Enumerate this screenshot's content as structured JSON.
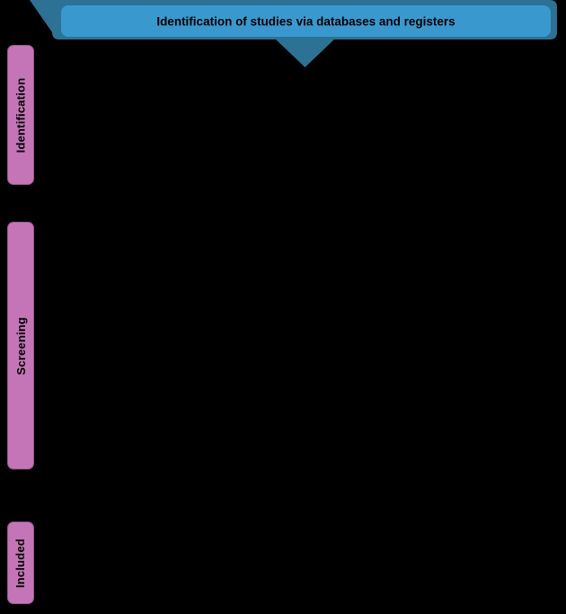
{
  "banner": {
    "label": "Identification of studies via databases and registers"
  },
  "stages": [
    {
      "label": "Identification"
    },
    {
      "label": "Screening"
    },
    {
      "label": "Included"
    }
  ],
  "colors": {
    "background": "#000000",
    "banner_fill": "#3999cf",
    "banner_shadow": "#2d7195",
    "stage_fill": "#c475b8",
    "text": "#000000"
  }
}
